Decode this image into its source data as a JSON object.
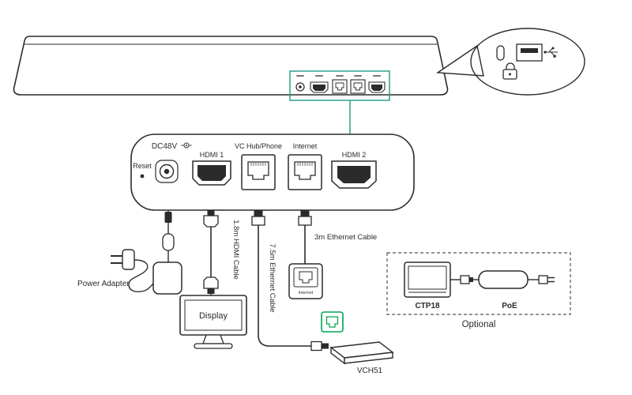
{
  "panel": {
    "dc48v": "DC48V",
    "reset": "Reset",
    "hdmi1": "HDMI 1",
    "vc_hub_phone": "VC Hub/Phone",
    "internet": "Internet",
    "hdmi2": "HDMI 2"
  },
  "cables": {
    "hdmi_18": "1.8m HDMI Cable",
    "eth_75": "7.5m Ethernet Cable",
    "eth_3": "3m Ethernet Cable"
  },
  "devices": {
    "power_adapter": "Power Adapter",
    "display": "Display",
    "wall_internet": "Internet",
    "vch51": "VCH51",
    "ctp18": "CTP18",
    "poe": "PoE",
    "optional": "Optional"
  },
  "icons": {
    "usb_c": "usb-c-port-icon",
    "usb_a": "usb-a-port-icon",
    "usb_trident": "usb-symbol-icon",
    "security_lock": "security-lock-icon",
    "dc_polarity": "dc-polarity-icon",
    "rj45_green": "ethernet-port-icon"
  },
  "colors": {
    "highlight": "#2E9E8E",
    "port_green": "#00A551",
    "line": "#2b2b2b"
  }
}
